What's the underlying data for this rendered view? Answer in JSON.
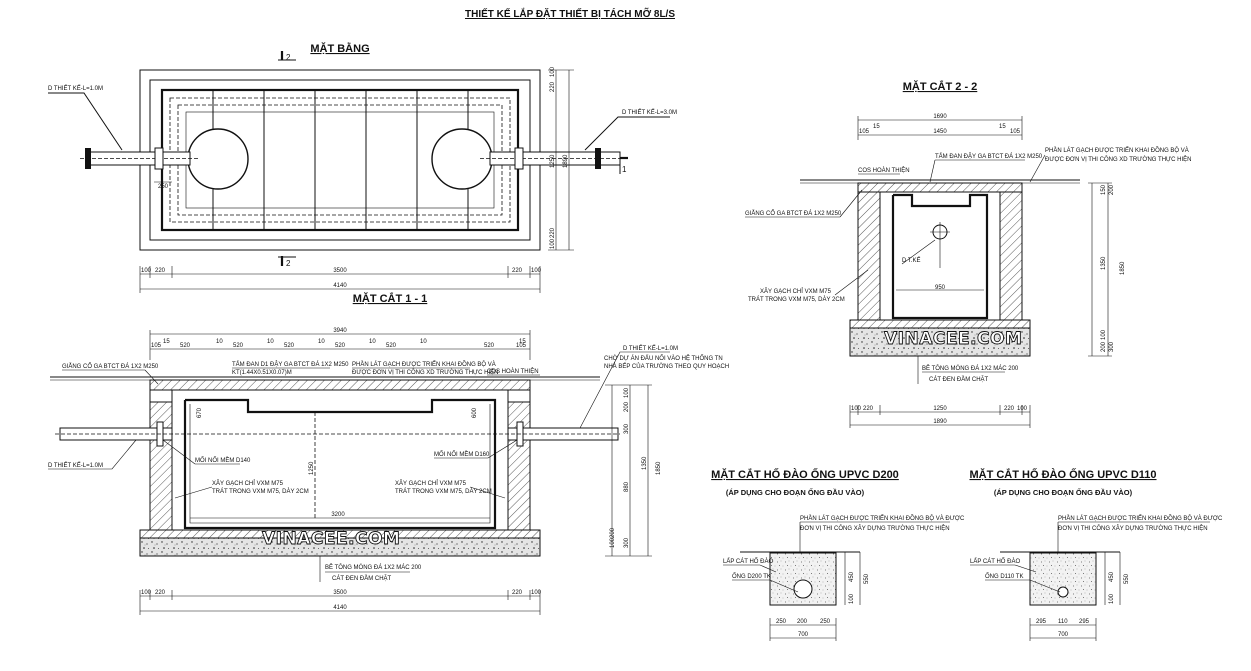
{
  "main_title": "THIẾT KẾ LẮP ĐẶT THIẾT BỊ TÁCH MỠ 8L/S",
  "watermark": "VINACEE.COM",
  "plan": {
    "title": "MẶT BẰNG",
    "section_mark": "2",
    "section_mark_1": "1",
    "pipe_in": "D THIẾT KẾ-L=1.0M",
    "pipe_out": "D THIẾT KẾ-L=3.0M",
    "dim_bottom_parts": [
      "100",
      "220",
      "3500",
      "220",
      "100"
    ],
    "dim_bottom_total": "4140",
    "dim_side_parts": [
      "100",
      "220",
      "1250",
      "220",
      "100"
    ],
    "dim_side_total": "1890",
    "dim_small": "250"
  },
  "section11": {
    "title": "MẶT CẮT 1 - 1",
    "dim_top_total": "3940",
    "dim_top_parts": [
      "105",
      "15",
      "520",
      "10",
      "520",
      "10",
      "520",
      "10",
      "520",
      "10",
      "520",
      "10",
      "520",
      "15",
      "105"
    ],
    "label_ring": "GIẰNG CỔ GA BTCT ĐÁ 1X2 M250",
    "label_slab": "TẤM ĐAN D1 ĐẬY GA BTCT ĐÁ 1X2 M250",
    "label_slab_kt": "KT(1.44X0.51X0.07)M",
    "label_tile": "PHẦN LÁT GẠCH ĐƯỢC TRIỂN KHAI ĐỒNG BỘ VÀ",
    "label_tile2": "ĐƯỢC ĐƠN VỊ THI CÔNG XD TRƯỜNG THỰC HIỆN",
    "label_cos": "COS HOÀN THIỆN",
    "label_pipe_out": "D THIẾT KẾ-L=1.0M",
    "label_wait": "CHỜ DỰ ÁN ĐẤU NỐI VÀO HỆ THỐNG TN",
    "label_wait2": "NHÀ BẾP CỦA TRƯỜNG THEO QUY HOẠCH",
    "label_soft_in": "MỐI NỐI MỀM D140",
    "label_soft_out": "MỐI NỐI MỀM D160",
    "label_pipe_in": "D THIẾT KẾ-L=1.0M",
    "label_brick": "XÂY GẠCH CHỈ VXM M75",
    "label_plaster": "TRÁT TRONG VXM M75, DÀY 2CM",
    "label_found": "BÊ TÔNG MÓNG ĐÁ 1X2 MÁC 200",
    "label_sand": "CÁT ĐEN ĐẦM CHẶT",
    "dim_670": "670",
    "dim_600": "600",
    "dim_1250": "1250",
    "dim_3200": "3200",
    "dim_right": [
      "100",
      "200",
      "300",
      "880",
      "1350",
      "300",
      "200",
      "100",
      "1850"
    ],
    "dim_bottom_parts": [
      "100",
      "220",
      "3500",
      "220",
      "100"
    ],
    "dim_bottom_total": "4140"
  },
  "section22": {
    "title": "MẶT CẮT 2 - 2",
    "dim_top": "1690",
    "dim_top_parts": [
      "105",
      "15",
      "1450",
      "15",
      "105"
    ],
    "label_slab": "TẤM ĐAN ĐẬY GA BTCT ĐÁ 1X2 M250",
    "label_tile": "PHẦN LÁT GẠCH ĐƯỢC TRIỂN KHAI ĐỒNG BỘ VÀ",
    "label_tile2": "ĐƯỢC ĐƠN VỊ THI CÔNG XD TRƯỜNG THỰC HIỆN",
    "label_cos": "COS HOÀN THIỆN",
    "label_ring": "GIẰNG CỔ GA BTCT ĐÁ 1X2 M250",
    "label_pipe": "D T.KẾ",
    "label_950": "950",
    "label_brick": "XÂY GẠCH CHỈ VXM M75",
    "label_plaster": "TRÁT TRONG VXM M75, DÀY 2CM",
    "label_found": "BÊ TÔNG MÓNG ĐÁ 1X2 MÁC 200",
    "label_sand": "CÁT ĐEN ĐẦM CHẶT",
    "dim_right": [
      "150",
      "200",
      "1350",
      "1850",
      "100",
      "200",
      "300"
    ],
    "dim_bottom_parts": [
      "100",
      "220",
      "1250",
      "220",
      "100"
    ],
    "dim_bottom_total": "1890"
  },
  "trench200": {
    "title": "MẶT CẮT HỐ ĐÀO ỐNG UPVC D200",
    "subtitle": "(ÁP DỤNG CHO ĐOẠN ỐNG ĐẦU VÀO)",
    "label_tile": "PHẦN LÁT GẠCH ĐƯỢC TRIỂN KHAI ĐỒNG BỘ VÀ ĐƯỢC",
    "label_tile2": "ĐƠN VỊ THI CÔNG XÂY DỰNG TRƯỜNG THỰC HIỆN",
    "label_sand": "LẤP CÁT HỐ ĐÀO",
    "label_pipe": "ỐNG D200 TK",
    "dims_bottom": [
      "250",
      "200",
      "250"
    ],
    "dim_total": "700",
    "dims_side": [
      "450",
      "100",
      "550"
    ]
  },
  "trench110": {
    "title": "MẶT CẮT HỐ ĐÀO ỐNG UPVC D110",
    "subtitle": "(ÁP DỤNG CHO ĐOẠN ỐNG ĐẦU VÀO)",
    "label_tile": "PHẦN LÁT GẠCH ĐƯỢC TRIỂN KHAI ĐỒNG BỘ VÀ ĐƯỢC",
    "label_tile2": "ĐƠN VỊ THI CÔNG XÂY DỰNG TRƯỜNG THỰC HIỆN",
    "label_sand": "LẤP CÁT HỐ ĐÀO",
    "label_pipe": "ỐNG D110 TK",
    "dims_bottom": [
      "295",
      "110",
      "295"
    ],
    "dim_total": "700",
    "dims_side": [
      "450",
      "100",
      "550"
    ]
  }
}
